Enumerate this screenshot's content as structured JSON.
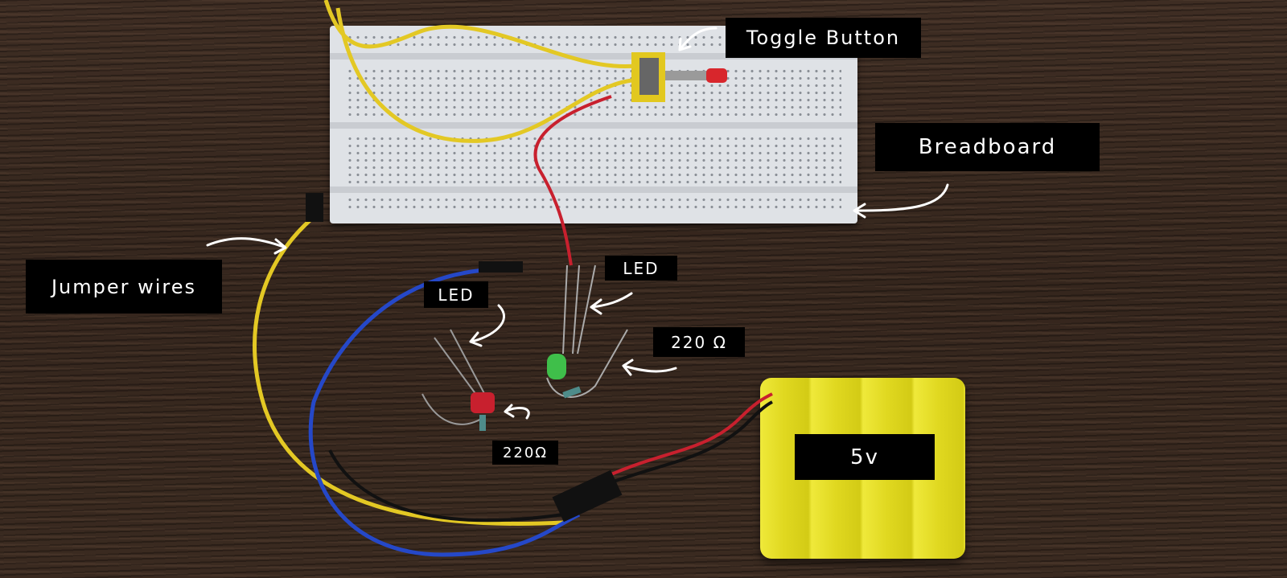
{
  "labels": {
    "toggle_button": "Toggle Button",
    "breadboard": "Breadboard",
    "jumper_wires": "Jumper wires",
    "led_red": "LED",
    "led_green": "LED",
    "resistor_green": "220 Ω",
    "resistor_red": "220Ω",
    "battery": "5v"
  },
  "colors": {
    "label_bg": "#000000",
    "label_text": "#ffffff",
    "wire_yellow": "#e3c824",
    "wire_blue": "#2548c8",
    "wire_red": "#c8202e",
    "wire_black": "#111111",
    "battery": "#e8e22a",
    "breadboard": "#dfe2e6"
  }
}
